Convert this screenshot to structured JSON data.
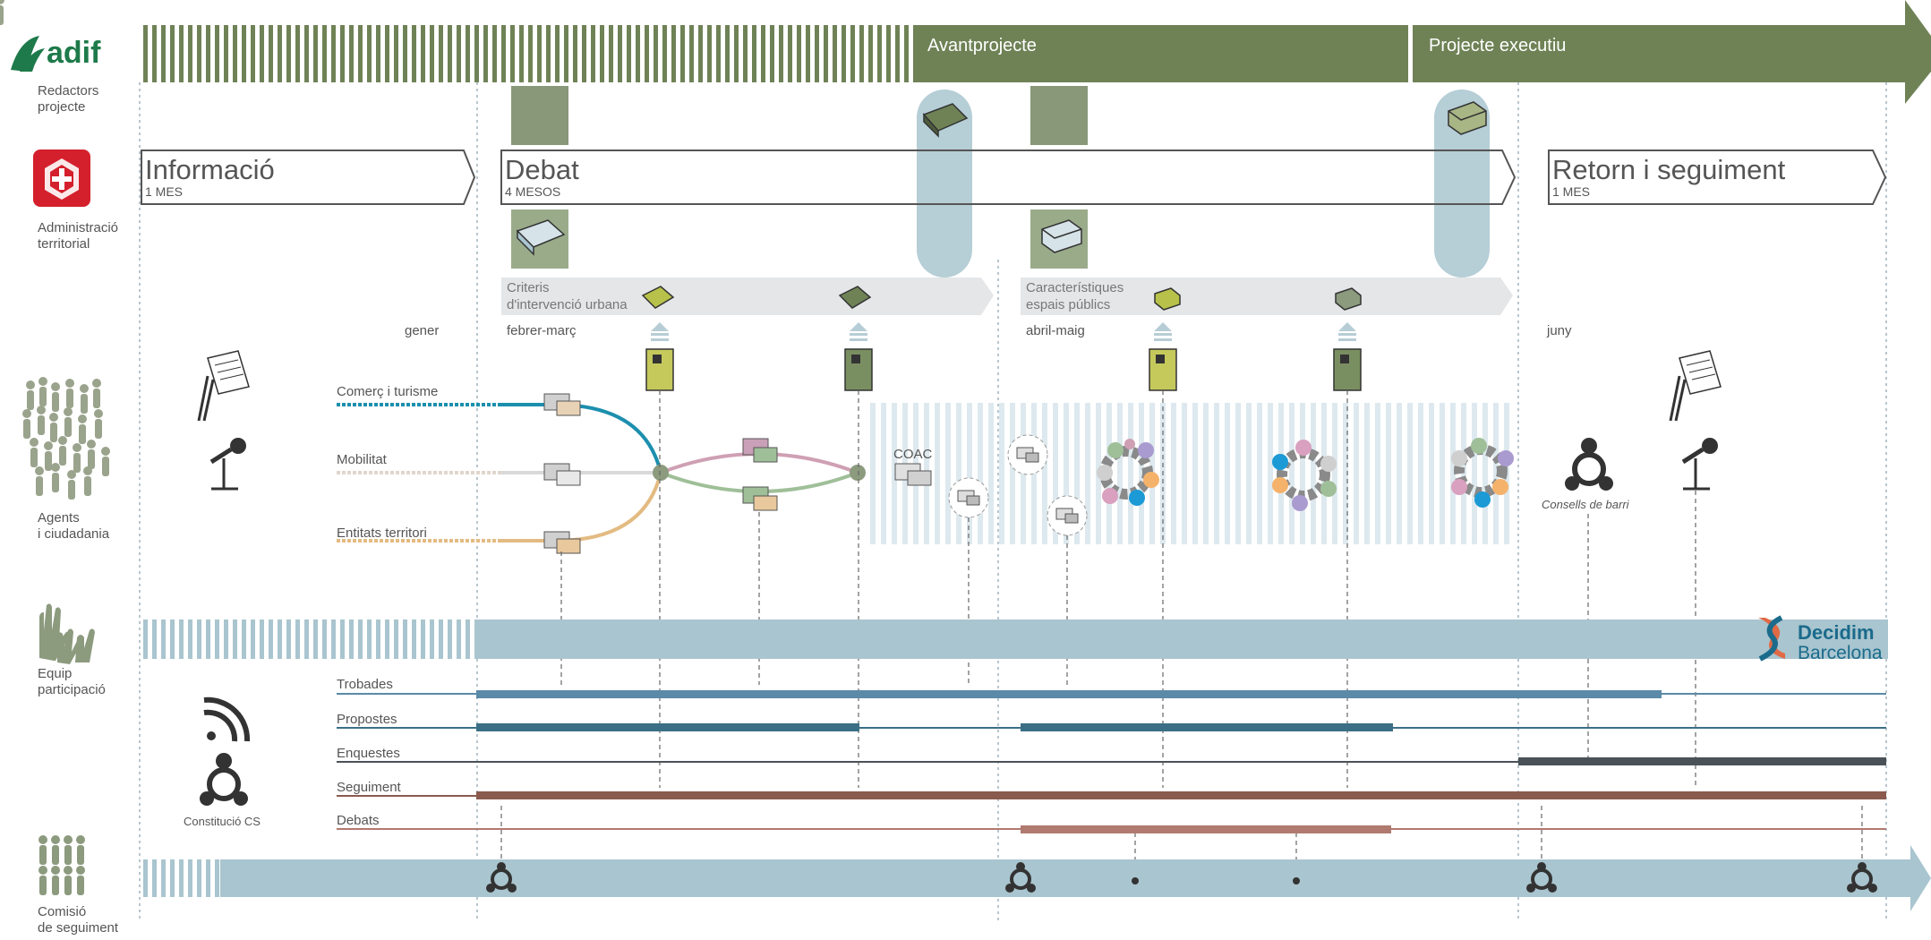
{
  "logos": {
    "adif": "adif",
    "decidim_line1": "Decidim",
    "decidim_line2": "Barcelona"
  },
  "actors": {
    "redactors": [
      "Redactors",
      "projecte"
    ],
    "administracio": [
      "Administració",
      "territorial"
    ],
    "agents": [
      "Agents",
      "i ciudadania"
    ],
    "equip": [
      "Equip",
      "participació"
    ],
    "comissio": [
      "Comisió",
      "de seguiment"
    ]
  },
  "project_phases": {
    "avantprojecte": "Avantprojecte",
    "executiu": "Projecte executiu"
  },
  "phases": {
    "informacio": {
      "title": "Informació",
      "duration": "1 MES"
    },
    "debat": {
      "title": "Debat",
      "duration": "4 MESOS"
    },
    "retorn": {
      "title": "Retorn i seguiment",
      "duration": "1 MES"
    }
  },
  "subphases": {
    "criteris": [
      "Criteris",
      "d'intervenció urbana"
    ],
    "caracteristiques": [
      "Característiques",
      "espais públics"
    ]
  },
  "months": {
    "gener": "gener",
    "febrer": "febrer-març",
    "abril": "abril-maig",
    "juny": "juny"
  },
  "themes": {
    "comerc": "Comerç i turisme",
    "mobilitat": "Mobilitat",
    "entitats": "Entitats territori"
  },
  "labels": {
    "coac": "COAC",
    "consells": "Consells de barri",
    "constitucio": "Constitució CS"
  },
  "channels": {
    "trobades": "Trobades",
    "propostes": "Propostes",
    "enquestes": "Enquestes",
    "seguiment": "Seguiment",
    "debats": "Debats"
  },
  "colors": {
    "olive": "#6f8256",
    "light_blue": "#a9c5cf",
    "trobades": "#5a8aa8",
    "propostes": "#3b6f86",
    "enquestes": "#4a5258",
    "seguiment": "#8a5a4e",
    "debats": "#b07a70",
    "comerc": "#1c8fae",
    "mobilitat": "#d9d9d9",
    "entitats": "#e3bb82",
    "adif": "#1e7a4a",
    "ajuntament": "#d4202c"
  },
  "icons": [
    "adif-logo",
    "barcelona-seal",
    "document-icon",
    "microphone-icon",
    "speech-bubble-icon",
    "gear-network-icon",
    "community-icon",
    "rss-icon",
    "book-icon",
    "building-icon",
    "hands-icon",
    "people-icon",
    "decidim-logo"
  ]
}
